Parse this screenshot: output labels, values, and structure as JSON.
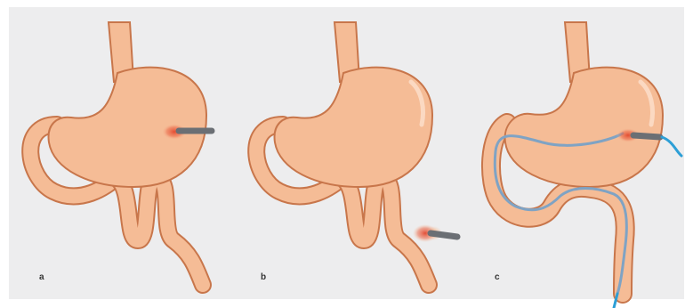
{
  "panels": [
    {
      "label": "a",
      "icon": "stomach-with-intestinal-loops-illustration"
    },
    {
      "label": "b",
      "icon": "stomach-with-intestinal-loops-illustration"
    },
    {
      "label": "c",
      "icon": "stomach-with-intestinal-tube-illustration"
    }
  ],
  "colors": {
    "background": "#ededee",
    "organ_fill": "#f5bc96",
    "organ_stroke": "#c8764b",
    "highlight": "#fbd9c2",
    "probe": "#6b6f74",
    "hotspot": "#e2462d",
    "tube": "#7fa3c4",
    "tube_outer": "#2d9fd6"
  }
}
